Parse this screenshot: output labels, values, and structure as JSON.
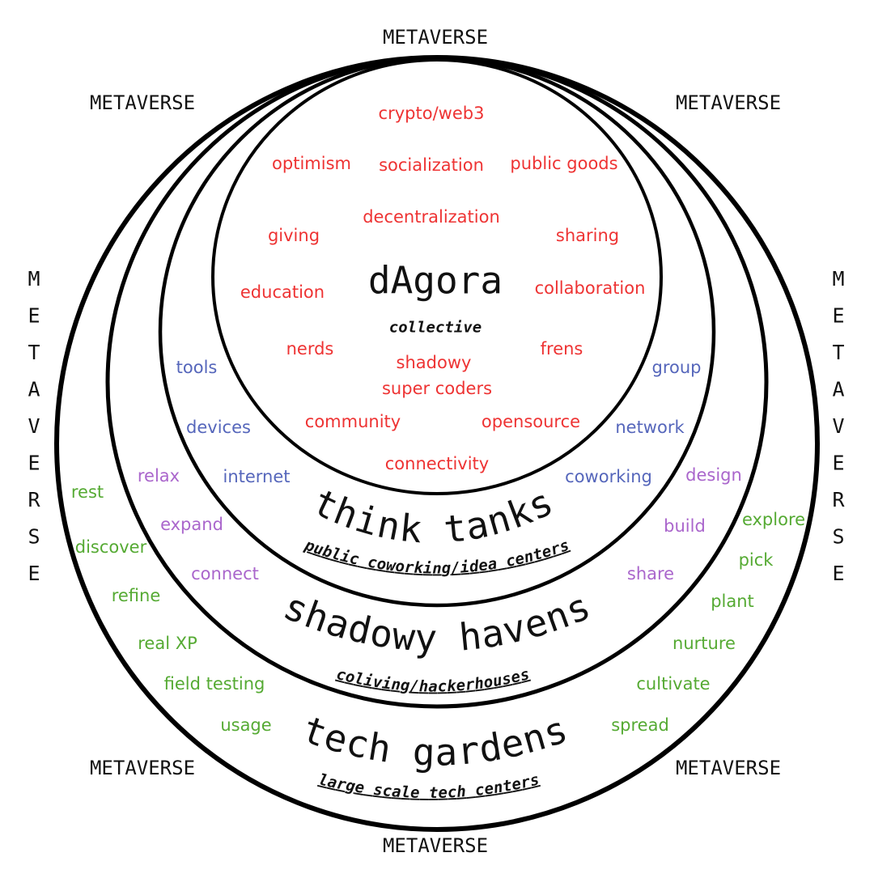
{
  "colors": {
    "core": "#ee3333",
    "think_tanks": "#5566bb",
    "shadowy_havens": "#aa66cc",
    "tech_gardens": "#55aa33",
    "ink": "#111111"
  },
  "metaverse": {
    "top": "METAVERSE",
    "top_left": "METAVERSE",
    "top_right": "METAVERSE",
    "bottom_left": "METAVERSE",
    "bottom_right": "METAVERSE",
    "bottom": "METAVERSE",
    "left_vertical": [
      "M",
      "E",
      "T",
      "A",
      "V",
      "E",
      "R",
      "S",
      "E"
    ],
    "right_vertical": [
      "M",
      "E",
      "T",
      "A",
      "V",
      "E",
      "R",
      "S",
      "E"
    ]
  },
  "core": {
    "title": "dAgora",
    "subtitle": "collective",
    "words": [
      "crypto/web3",
      "optimism",
      "socialization",
      "public goods",
      "decentralization",
      "giving",
      "sharing",
      "education",
      "collaboration",
      "nerds",
      "shadowy",
      "super coders",
      "frens",
      "community",
      "opensource",
      "connectivity"
    ]
  },
  "think_tanks": {
    "title": "think tanks",
    "subtitle": "public coworking/idea centers",
    "words": [
      "tools",
      "devices",
      "internet",
      "group",
      "network",
      "coworking"
    ]
  },
  "shadowy_havens": {
    "title": "shadowy havens",
    "subtitle": "coliving/hackerhouses",
    "words": [
      "relax",
      "expand",
      "connect",
      "design",
      "build",
      "share"
    ]
  },
  "tech_gardens": {
    "title": "tech gardens",
    "subtitle": "large scale tech centers",
    "words": [
      "rest",
      "discover",
      "refine",
      "real XP",
      "field testing",
      "usage",
      "explore",
      "pick",
      "plant",
      "nurture",
      "cultivate",
      "spread"
    ]
  }
}
